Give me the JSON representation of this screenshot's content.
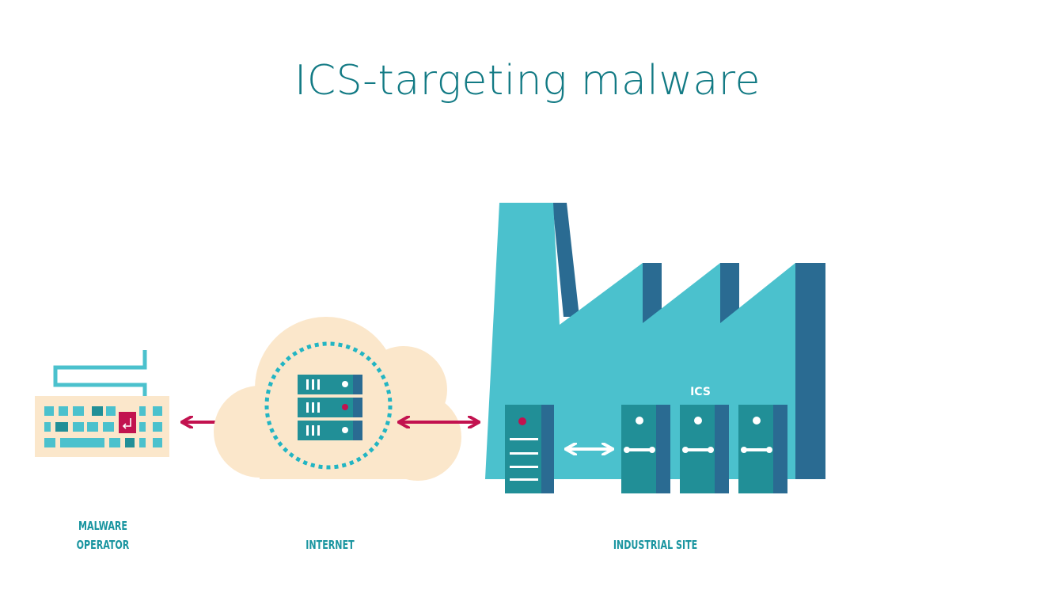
{
  "title": "ICS-targeting malware",
  "labels": {
    "operator_line1": "MALWARE",
    "operator_line2": "OPERATOR",
    "internet": "INTERNET",
    "industrial_site": "INDUSTRIAL SITE",
    "ics": "ICS"
  },
  "colors": {
    "title": "#127a84",
    "label": "#1a95a0",
    "factory_light": "#4bc1cd",
    "factory_dark": "#2a6b92",
    "server_teal": "#218f97",
    "cloud": "#fbe7cb",
    "arrow": "#c2124f",
    "keyboard_base": "#fbe7cb",
    "key_light": "#4bc1cd"
  },
  "icons": [
    "keyboard-icon",
    "cloud-icon",
    "server-stack-icon",
    "factory-icon",
    "ics-controller-icon",
    "plc-icon"
  ]
}
